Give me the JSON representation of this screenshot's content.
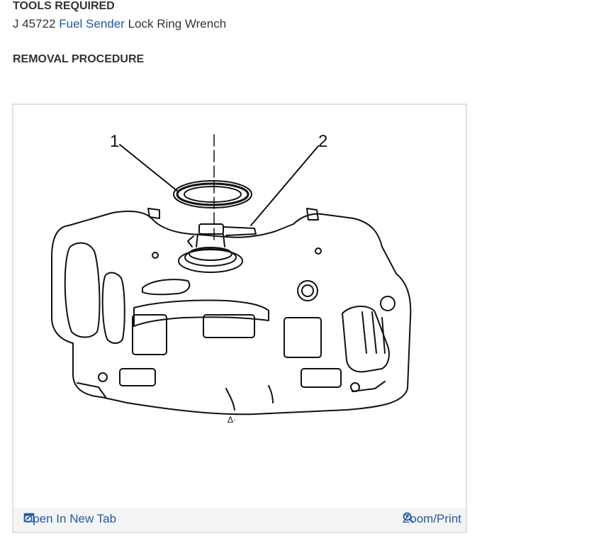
{
  "tools": {
    "heading": "TOOLS REQUIRED",
    "prefix": "J 45722",
    "link_text": "Fuel Sender",
    "suffix": "Lock Ring Wrench"
  },
  "removal": {
    "heading": "REMOVAL PROCEDURE"
  },
  "figure": {
    "callout_1": "1",
    "callout_2": "2",
    "open_tab_label": "Open In New Tab",
    "zoom_label": "Zoom/Print",
    "open_tab_icon": "open-in-new-tab-icon",
    "zoom_icon": "magnifier-icon"
  },
  "colors": {
    "link": "#1f5aa6",
    "text": "#333333",
    "footer_bg": "#f4f4f4"
  }
}
